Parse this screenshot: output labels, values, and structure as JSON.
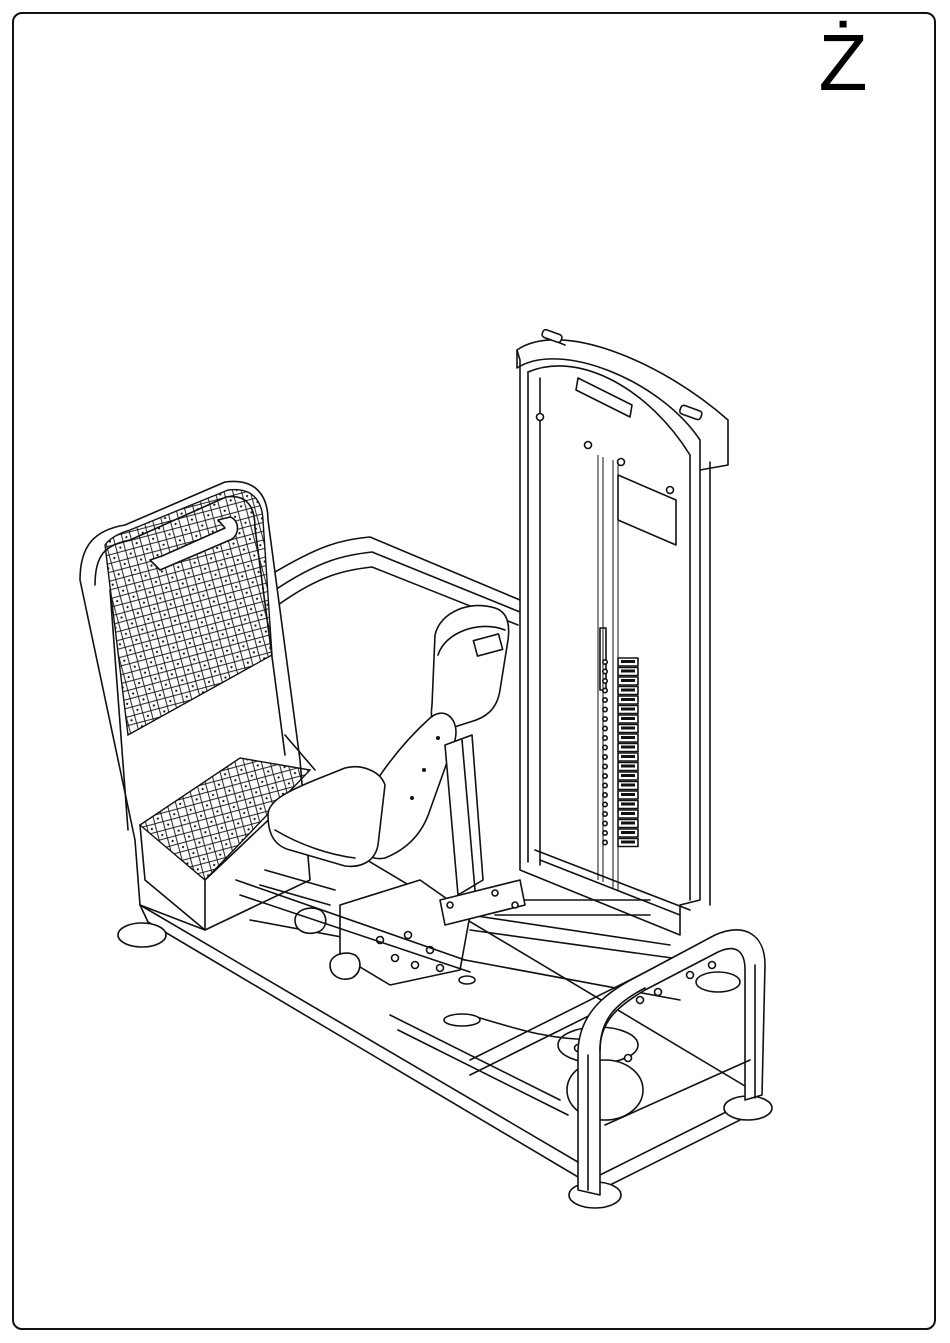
{
  "page": {
    "step_letter": "Ż"
  },
  "illustration": {
    "subject": "hip-adductor-abductor-machine-line-drawing",
    "weight_stack_plates": 20
  }
}
